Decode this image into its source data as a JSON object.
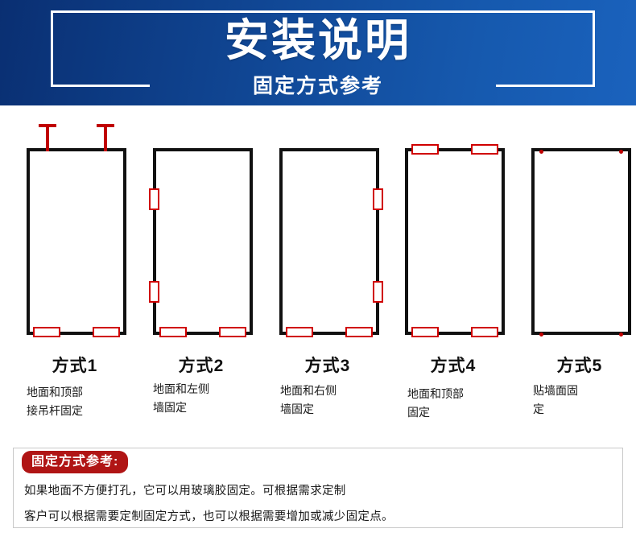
{
  "header": {
    "title": "安装说明",
    "subtitle": "固定方式参考",
    "gradient_from": "#0a2f72",
    "gradient_to": "#1a62bd",
    "frame_color": "#ffffff"
  },
  "colors": {
    "outline": "#111111",
    "accent_red": "#c00000",
    "bracket_red": "#d00000",
    "badge_red": "#b01515"
  },
  "methods": [
    {
      "title": "方式1",
      "desc_line1": "地面和顶部",
      "desc_line2": "接吊杆固定",
      "mounts": "top-hanger-rods-and-floor-brackets"
    },
    {
      "title": "方式2",
      "desc_line1": "地面和左侧",
      "desc_line2": "墙固定",
      "mounts": "left-wall-brackets-and-floor-brackets"
    },
    {
      "title": "方式3",
      "desc_line1": "地面和右侧",
      "desc_line2": "墙固定",
      "mounts": "right-wall-brackets-and-floor-brackets"
    },
    {
      "title": "方式4",
      "desc_line1": "地面和顶部",
      "desc_line2": "固定",
      "mounts": "ceiling-brackets-and-floor-brackets"
    },
    {
      "title": "方式5",
      "desc_line1": "贴墙面固",
      "desc_line2": "定",
      "mounts": "wall-mounted-corner-points"
    }
  ],
  "note": {
    "badge": "固定方式参考:",
    "line1": "如果地面不方便打孔，它可以用玻璃胶固定。可根据需求定制",
    "line2": "客户可以根据需要定制固定方式，也可以根据需要增加或减少固定点。"
  }
}
